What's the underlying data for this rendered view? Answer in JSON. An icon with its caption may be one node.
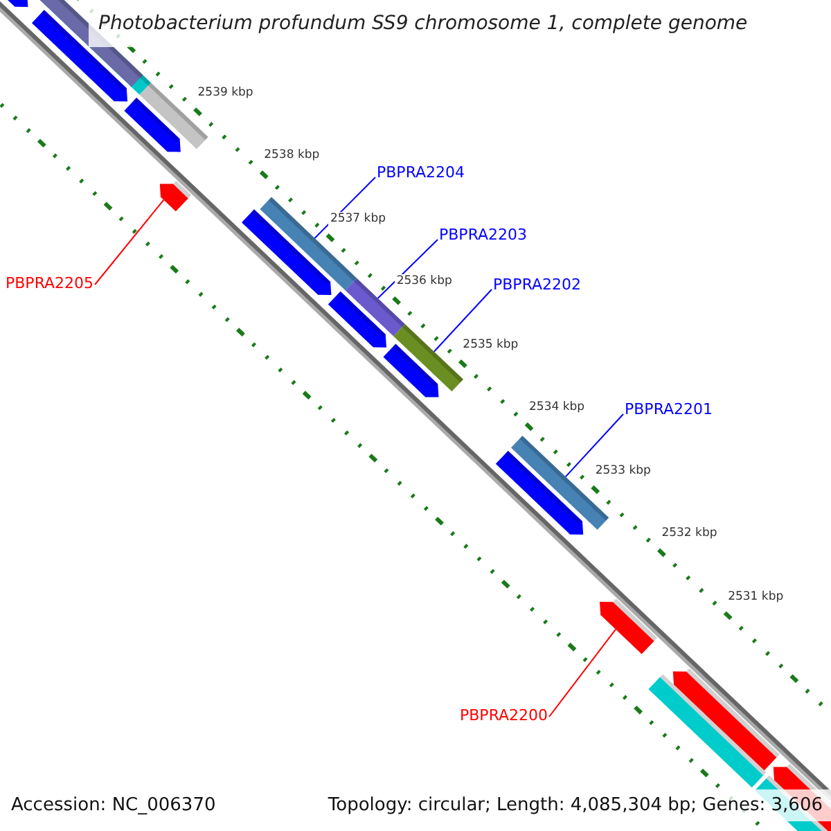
{
  "diagram": {
    "title": "Photobacterium profundum SS9 chromosome 1, complete genome",
    "nodes": [
      {
        "text": [
          "PBPRA2204"
        ]
      },
      {
        "text": [
          "PBPRA2203"
        ]
      },
      {
        "text": [
          "PBPRA2202"
        ]
      },
      {
        "text": [
          "PBPRA2201"
        ]
      },
      {
        "text": [
          "PBPRA2205"
        ]
      },
      {
        "text": [
          "PBPRA2200"
        ]
      },
      {
        "text": [],
        "shape": "bar"
      },
      {
        "text": [],
        "shape": "bar"
      },
      {
        "text": [],
        "shape": "bar"
      },
      {
        "text": [],
        "shape": "bar"
      },
      {
        "text": [],
        "shape": "arrow"
      },
      {
        "text": [],
        "shape": "arrow"
      }
    ],
    "edges": [
      {
        "from": 0,
        "to": 6,
        "arrow": "none"
      },
      {
        "from": 1,
        "to": 7,
        "arrow": "none"
      },
      {
        "from": 2,
        "to": 8,
        "arrow": "none"
      },
      {
        "from": 3,
        "to": 9,
        "arrow": "none"
      },
      {
        "from": 4,
        "to": 10,
        "arrow": "none",
        "color": "#ff0000"
      },
      {
        "from": 5,
        "to": 11,
        "arrow": "none",
        "color": "#ff0000"
      }
    ],
    "labels": [
      "2539 kbp",
      "2538 kbp",
      "2537 kbp",
      "2536 kbp",
      "2535 kbp",
      "2534 kbp",
      "2533 kbp",
      "2532 kbp",
      "2531 kbp",
      "Accession: NC_006370",
      "Topology: circular; Length: 4,085,304 bp; Genes: 3,606"
    ]
  }
}
